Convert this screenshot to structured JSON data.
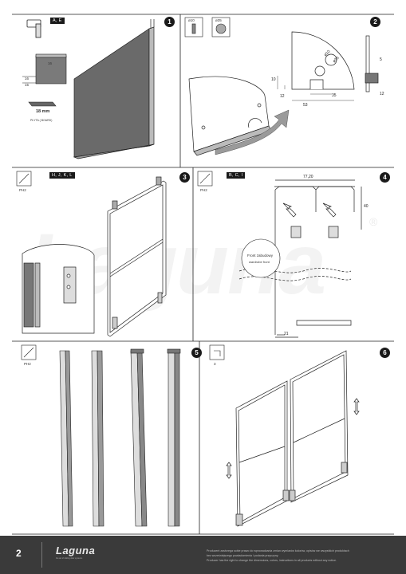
{
  "steps": [
    {
      "number": "1",
      "tag": "A, E",
      "board_thickness": "18 mm",
      "board_label": "PŁYTA ( BOARD)",
      "dims": [
        "16",
        "16",
        "15"
      ]
    },
    {
      "number": "2",
      "tools": [
        "ø10",
        "ø35"
      ],
      "dims": [
        "ø10",
        "ø35",
        "5",
        "10",
        "12",
        "35",
        "53",
        "12"
      ]
    },
    {
      "number": "3",
      "tag": "H, J, K, L",
      "tool": "PH2"
    },
    {
      "number": "4",
      "tag": "B, C, I",
      "tool": "PH2",
      "width": "77,20",
      "height": "40",
      "front_pl": "Front zabudowy",
      "front_en": "wardrobe front",
      "bottom_dim": "21"
    },
    {
      "number": "5",
      "tool": "PH2"
    },
    {
      "number": "6",
      "tool": "3"
    }
  ],
  "watermark": "Laguna",
  "watermark_mark": "®",
  "footer": {
    "page_number": "2",
    "logo": "Laguna",
    "logo_sub": "the art of sliding door systems",
    "disclaimer_lines": [
      "Producent zastrzega sobie prawo do wprowadzania zmian wymiarów kolorów, opisów we wszystkich produktach",
      "bez wcześniejszego powiadomienia i podania przyczyny.",
      "Producer has the right to change the dimensions, colors, instructions in all products without any notice."
    ]
  },
  "colors": {
    "line": "#1a1a1a",
    "footer": "#3a3a3a",
    "panel": "#5f5f5f"
  }
}
